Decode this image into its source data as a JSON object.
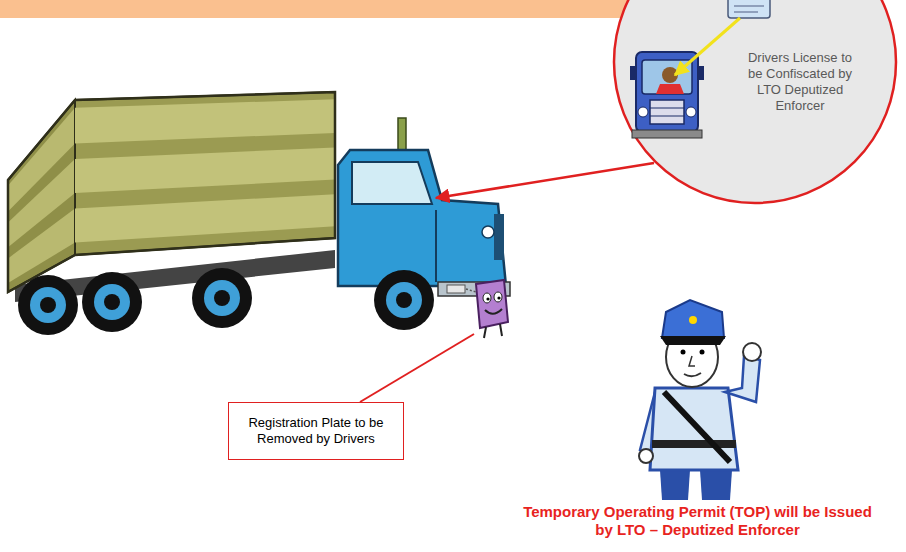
{
  "diagram": {
    "nodes": [
      {
        "text": [
          "Drivers License to be Confiscated by LTO Deputized Enforcer"
        ]
      },
      {
        "text": [
          "Registration Plate to be Removed by Drivers"
        ]
      }
    ],
    "labels": [
      "Temporary Operating Permit (TOP) will be Issued by LTO – Deputized Enforcer"
    ]
  }
}
